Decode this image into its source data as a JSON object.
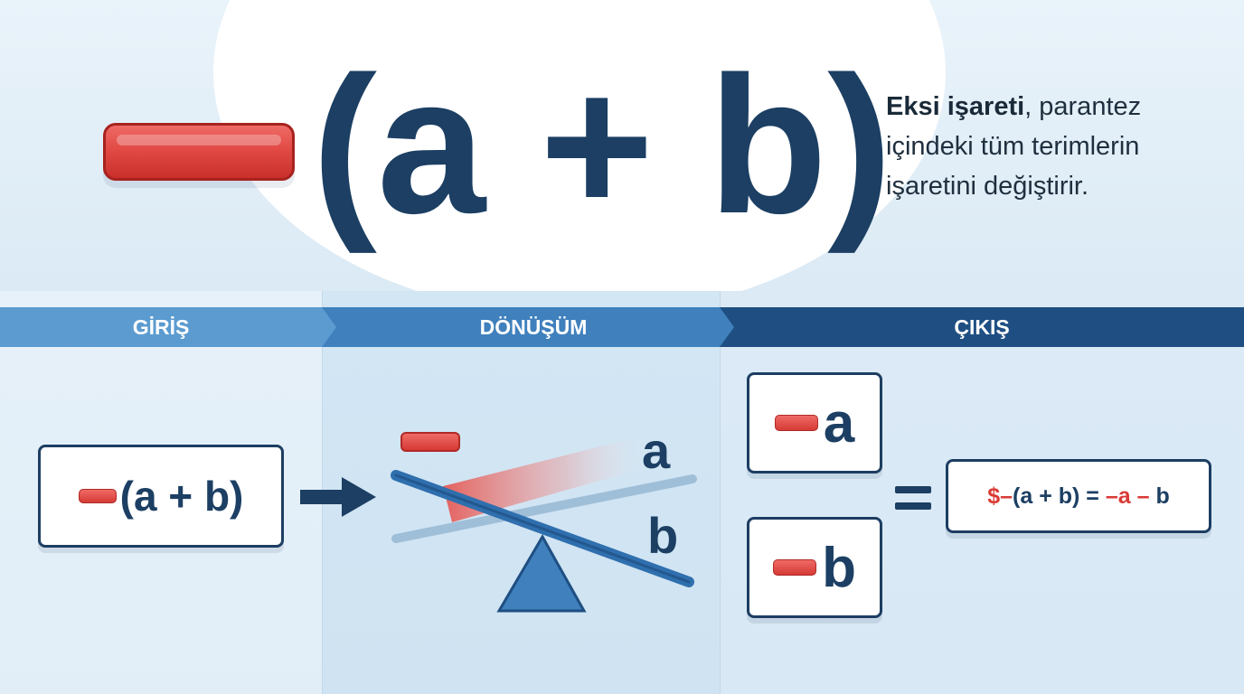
{
  "hero": {
    "expression": "(a + b)",
    "caption_bold": "Eksi işareti",
    "caption_rest": ", parantez içindeki tüm terimlerin işaretini değiştirir."
  },
  "stages": {
    "input": "GİRİŞ",
    "transform": "DÖNÜŞÜM",
    "output": "ÇIKIŞ"
  },
  "input_card": {
    "expression": "(a + b)"
  },
  "seesaw": {
    "top_letter": "a",
    "bottom_letter": "b"
  },
  "output_terms": [
    {
      "letter": "a"
    },
    {
      "letter": "b"
    }
  ],
  "result": {
    "prefix": "$–",
    "middle": "(a + b) = ",
    "neg_a": "–a",
    "sep": " – ",
    "b": "b"
  },
  "colors": {
    "navy": "#1c3f63",
    "minus_red": "#e24a45",
    "bar_light": "#5b9bd0",
    "bar_mid": "#3f80bd",
    "bar_dark": "#1f4f82"
  }
}
